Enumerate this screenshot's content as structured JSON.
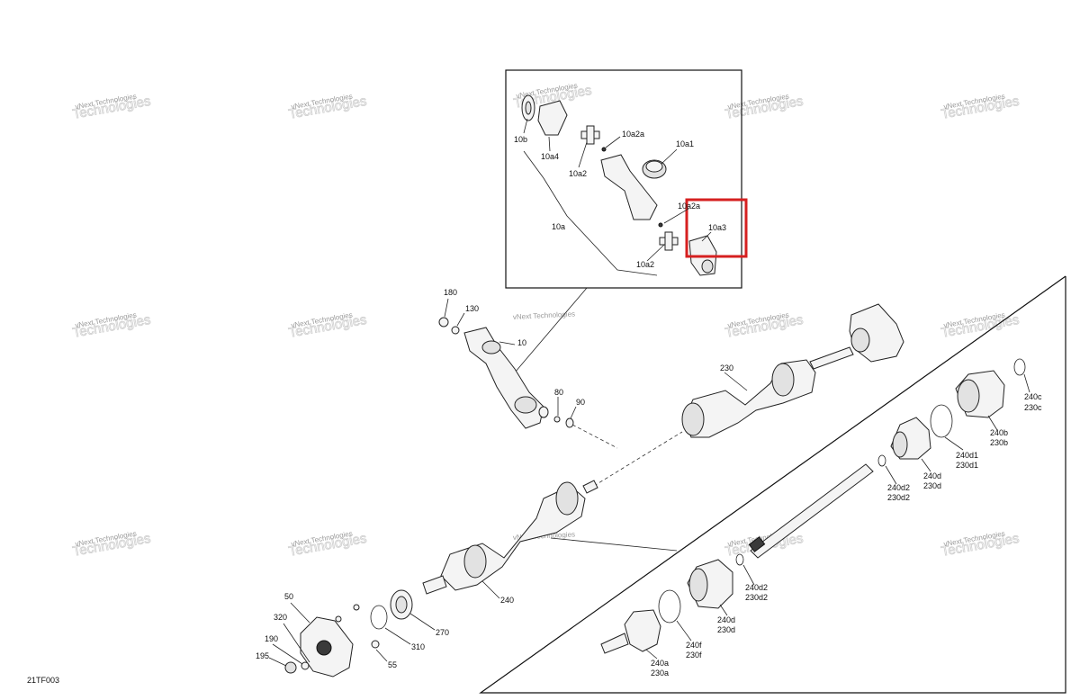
{
  "diagram_code": "21TF003",
  "highlight_color": "#d62020",
  "watermark": {
    "line1": "vNext Technologies",
    "line2": "Technologies"
  },
  "labels": {
    "l10b": "10b",
    "l10a4": "10a4",
    "l10a2_top": "10a2",
    "l10a2a_top": "10a2a",
    "l10a1": "10a1",
    "l10a": "10a",
    "l10a2a_mid": "10a2a",
    "l10a3": "10a3",
    "l10a2_bot": "10a2",
    "l180": "180",
    "l130": "130",
    "l10": "10",
    "l80": "80",
    "l90": "90",
    "l230": "230",
    "l240c": "240c",
    "l230c": "230c",
    "l240b": "240b",
    "l230b": "230b",
    "l240d1": "240d1",
    "l230d1": "230d1",
    "l240d_top": "240d",
    "l230d_top": "230d",
    "l240d2_top": "240d2",
    "l230d2_top": "230d2",
    "l240d2_mid": "240d2",
    "l230d2_mid": "230d2",
    "l240d_bot": "240d",
    "l230d_bot": "230d",
    "l240f": "240f",
    "l230f": "230f",
    "l240a": "240a",
    "l230a": "230a",
    "l240": "240",
    "l270": "270",
    "l310": "310",
    "l55": "55",
    "l50": "50",
    "l320": "320",
    "l190": "190",
    "l195": "195"
  }
}
